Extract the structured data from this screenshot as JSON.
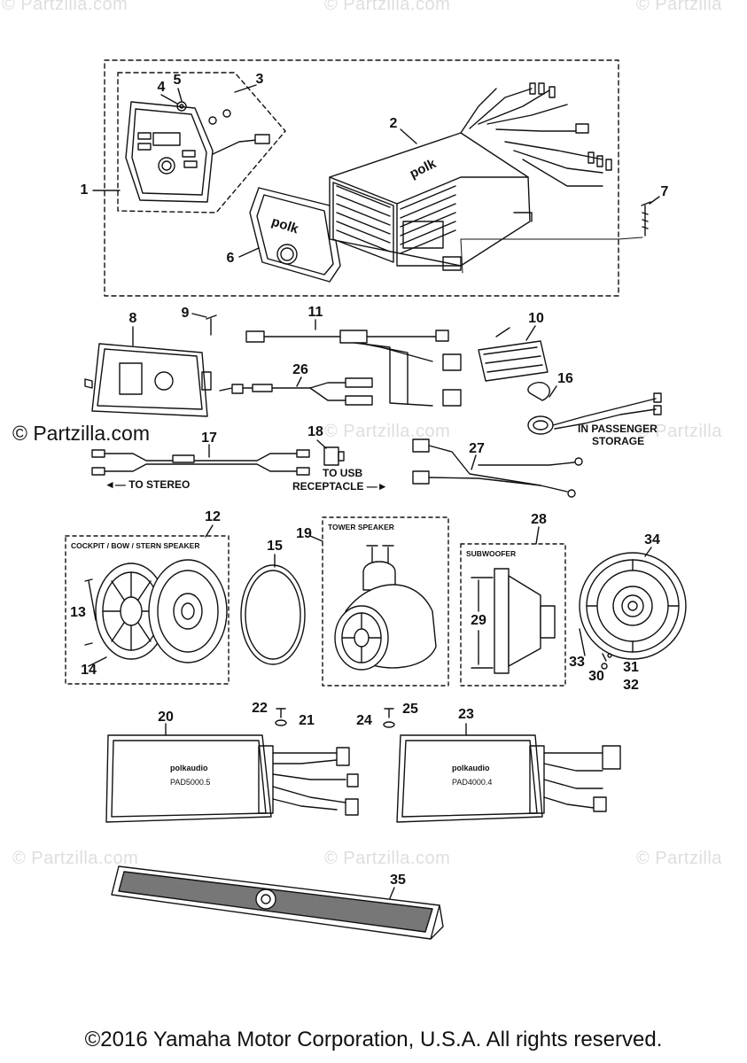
{
  "watermarks": {
    "brand": "© Partzilla",
    "main": "© Partzilla.com",
    "tiles": [
      "© Partzilla.com",
      "© Partzilla.com",
      "© Partzilla",
      "© Partzilla.com",
      "© Partzilla",
      "© Partzilla.com",
      "© Partzilla.com",
      "© Partzilla"
    ]
  },
  "callouts": {
    "c1": "1",
    "c2": "2",
    "c3": "3",
    "c4": "4",
    "c5": "5",
    "c6": "6",
    "c7": "7",
    "c8": "8",
    "c9": "9",
    "c10": "10",
    "c11": "11",
    "c12": "12",
    "c13": "13",
    "c14": "14",
    "c15": "15",
    "c16": "16",
    "c17": "17",
    "c18": "18",
    "c19": "19",
    "c20": "20",
    "c21": "21",
    "c22": "22",
    "c23": "23",
    "c24": "24",
    "c25": "25",
    "c26": "26",
    "c27": "27",
    "c28": "28",
    "c29": "29",
    "c30": "30",
    "c31": "31",
    "c32": "32",
    "c33": "33",
    "c34": "34",
    "c35": "35"
  },
  "notes": {
    "to_stereo": "◄— TO STEREO",
    "to_usb_line1": "TO USB",
    "to_usb_line2": "RECEPTACLE —►",
    "passenger_line1": "IN PASSENGER",
    "passenger_line2": "STORAGE"
  },
  "box_labels": {
    "cockpit": "COCKPIT / BOW / STERN SPEAKER",
    "tower": "TOWER SPEAKER",
    "subwoofer": "SUBWOOFER"
  },
  "product_marks": {
    "polk_head": "polk",
    "polk_remote": "polk",
    "amp_brand": "polkaudio",
    "amp_model_left": "PAD5000.5",
    "amp_model_right": "PAD4000.4"
  },
  "footer": "©2016 Yamaha Motor Corporation, U.S.A. All rights reserved."
}
